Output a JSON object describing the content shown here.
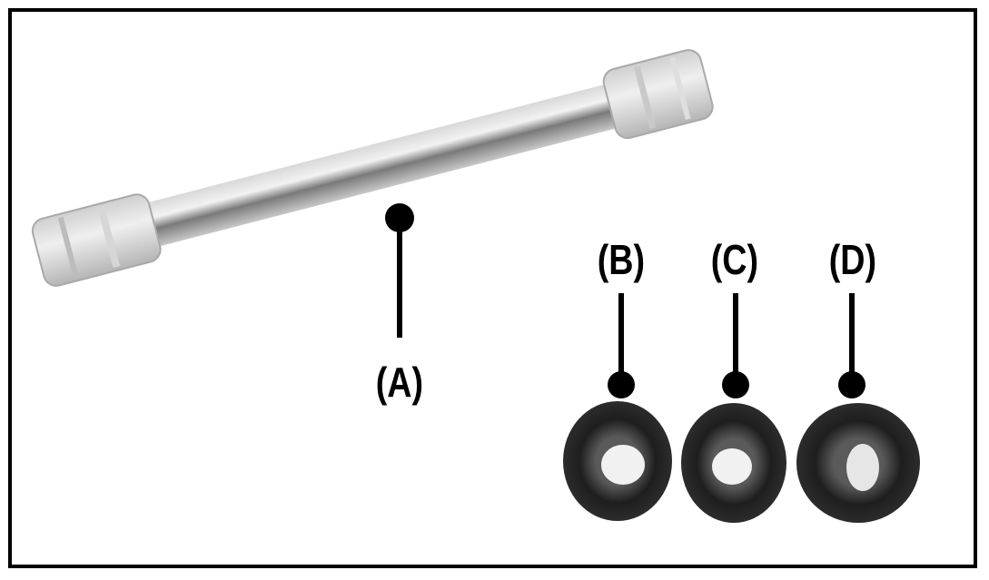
{
  "labels": {
    "a": "(A)",
    "b": "(B)",
    "c": "(C)",
    "d": "(D)"
  },
  "colors": {
    "border": "#000000",
    "leader": "#000000",
    "rod_light": "#e4e4e4",
    "rod_mid": "#bdbdbd",
    "rod_dark": "#6c6c6c",
    "ring": "#1c1c1c"
  }
}
